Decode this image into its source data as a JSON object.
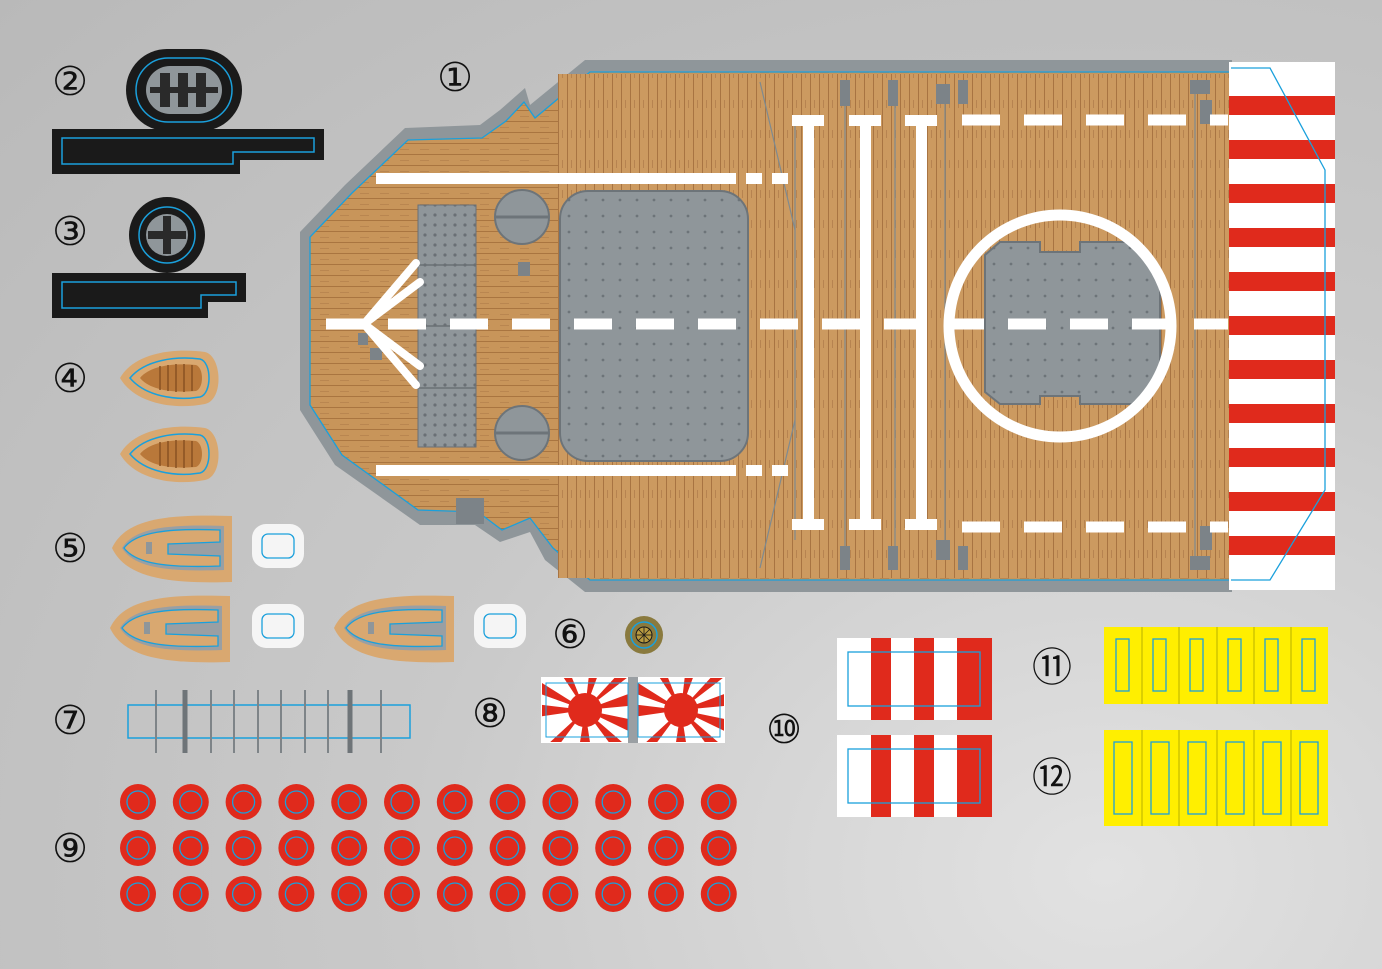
{
  "labels": {
    "n1": "①",
    "n2": "②",
    "n3": "③",
    "n4": "④",
    "n5": "⑤",
    "n6": "⑥",
    "n7": "⑦",
    "n8": "⑧",
    "n9": "⑨",
    "n10": "⑩",
    "n11": "⑪",
    "n12": "⑫"
  },
  "colors": {
    "deck_wood": "#c8955a",
    "deck_border": "#8f969a",
    "metal_gray": "#8f969a",
    "outline_blue": "#1aa0dc",
    "stripe_red": "#e02a1c",
    "stripe_white": "#ffffff",
    "decal_yellow": "#ffef00",
    "boat_tan": "#d9a870",
    "dark": "#1a1a1a"
  },
  "icons": {
    "deck": "flight-deck-decal",
    "hatch_large": "hatch-large-icon",
    "hatch_small": "hatch-small-icon",
    "boat": "boat-decal-icon",
    "crest": "chrysanthemum-crest-icon",
    "flag": "rising-sun-flag-icon",
    "roundel": "hinomaru-roundel-icon"
  }
}
